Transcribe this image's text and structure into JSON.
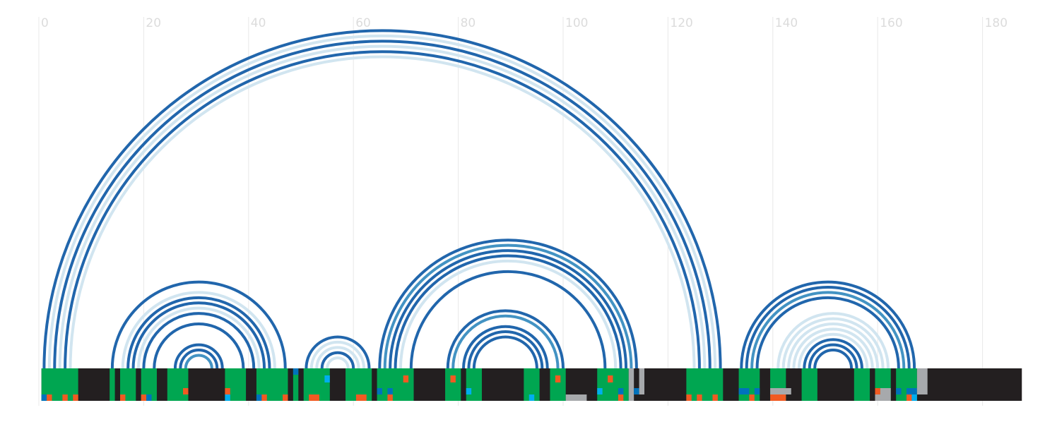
{
  "axis": {
    "ticks": [
      0,
      20,
      40,
      60,
      80,
      100,
      120,
      140,
      160,
      180
    ],
    "tick_labels": [
      "0",
      "20",
      "40",
      "60",
      "80",
      "100",
      "120",
      "140",
      "160",
      "180"
    ],
    "xlim": [
      0,
      187.7
    ]
  },
  "colors": {
    "dark_arc": "#2166ac",
    "mid_arc": "#4393c3",
    "light_arc": "#d1e5f0",
    "track_bg": "#231f20",
    "green": "#00a651",
    "orange": "#f15a22",
    "blue": "#0072bc",
    "cyan": "#00aeef",
    "gray": "#a7a9ac"
  },
  "chart_data": {
    "type": "arc-diagram",
    "arcs": [
      {
        "from": 1,
        "to": 130,
        "shade": "dark"
      },
      {
        "from": 2,
        "to": 129,
        "shade": "light"
      },
      {
        "from": 3,
        "to": 128,
        "shade": "dark"
      },
      {
        "from": 4,
        "to": 127,
        "shade": "light"
      },
      {
        "from": 5,
        "to": 126,
        "shade": "dark"
      },
      {
        "from": 6,
        "to": 125,
        "shade": "light"
      },
      {
        "from": 14,
        "to": 47,
        "shade": "dark"
      },
      {
        "from": 16,
        "to": 45,
        "shade": "light"
      },
      {
        "from": 17,
        "to": 44,
        "shade": "dark"
      },
      {
        "from": 18,
        "to": 43,
        "shade": "dark"
      },
      {
        "from": 19,
        "to": 42,
        "shade": "light"
      },
      {
        "from": 20,
        "to": 41,
        "shade": "dark"
      },
      {
        "from": 22,
        "to": 39,
        "shade": "dark"
      },
      {
        "from": 26,
        "to": 35,
        "shade": "dark"
      },
      {
        "from": 27,
        "to": 34,
        "shade": "dark"
      },
      {
        "from": 28,
        "to": 33,
        "shade": "mid"
      },
      {
        "from": 51,
        "to": 63,
        "shade": "dark"
      },
      {
        "from": 52,
        "to": 62,
        "shade": "light"
      },
      {
        "from": 53,
        "to": 61,
        "shade": "light"
      },
      {
        "from": 54,
        "to": 60,
        "shade": "dark"
      },
      {
        "from": 55,
        "to": 59,
        "shade": "light"
      },
      {
        "from": 65,
        "to": 114,
        "shade": "dark"
      },
      {
        "from": 66,
        "to": 113,
        "shade": "mid"
      },
      {
        "from": 67,
        "to": 112,
        "shade": "dark"
      },
      {
        "from": 68,
        "to": 111,
        "shade": "dark"
      },
      {
        "from": 69,
        "to": 110,
        "shade": "light"
      },
      {
        "from": 71,
        "to": 108,
        "shade": "dark"
      },
      {
        "from": 78,
        "to": 100,
        "shade": "dark"
      },
      {
        "from": 79,
        "to": 99,
        "shade": "mid"
      },
      {
        "from": 81,
        "to": 97,
        "shade": "dark"
      },
      {
        "from": 82,
        "to": 96,
        "shade": "dark"
      },
      {
        "from": 83,
        "to": 95,
        "shade": "dark"
      },
      {
        "from": 134,
        "to": 167,
        "shade": "dark"
      },
      {
        "from": 135,
        "to": 166,
        "shade": "dark"
      },
      {
        "from": 136,
        "to": 165,
        "shade": "mid"
      },
      {
        "from": 137,
        "to": 164,
        "shade": "dark"
      },
      {
        "from": 141,
        "to": 162,
        "shade": "light"
      },
      {
        "from": 142,
        "to": 161,
        "shade": "light"
      },
      {
        "from": 143,
        "to": 160,
        "shade": "light"
      },
      {
        "from": 144,
        "to": 159,
        "shade": "light"
      },
      {
        "from": 145,
        "to": 158,
        "shade": "light"
      },
      {
        "from": 146,
        "to": 157,
        "shade": "dark"
      },
      {
        "from": 147,
        "to": 156,
        "shade": "dark"
      },
      {
        "from": 148,
        "to": 155,
        "shade": "dark"
      }
    ],
    "track": {
      "range": [
        0.5,
        187.5
      ],
      "green_blocks": [
        [
          0.5,
          7.5
        ],
        [
          13.5,
          14.5
        ],
        [
          15.5,
          18.5
        ],
        [
          19.5,
          22.5
        ],
        [
          24.5,
          28.5
        ],
        [
          35.5,
          39.5
        ],
        [
          41.5,
          47.5
        ],
        [
          48.5,
          49.5
        ],
        [
          50.5,
          55.5
        ],
        [
          58.5,
          63.5
        ],
        [
          64.5,
          71.5
        ],
        [
          77.5,
          80.5
        ],
        [
          81.5,
          84.5
        ],
        [
          92.5,
          95.5
        ],
        [
          97.5,
          100.5
        ],
        [
          106.5,
          112.5
        ],
        [
          123.5,
          130.5
        ],
        [
          133.5,
          137.5
        ],
        [
          139.5,
          142.5
        ],
        [
          145.5,
          148.5
        ],
        [
          155.5,
          158.5
        ],
        [
          159.5,
          162.5
        ],
        [
          163.5,
          167.5
        ]
      ],
      "marks": [
        {
          "row": "bottom",
          "x": [
            0.5,
            1.5
          ],
          "color": "blue"
        },
        {
          "row": "bottom",
          "x": [
            1.5,
            2.5
          ],
          "color": "orange"
        },
        {
          "row": "bottom",
          "x": [
            4.5,
            5.5
          ],
          "color": "orange"
        },
        {
          "row": "bottom",
          "x": [
            6.5,
            7.5
          ],
          "color": "orange"
        },
        {
          "row": "bottom",
          "x": [
            15.5,
            16.5
          ],
          "color": "orange"
        },
        {
          "row": "bottom",
          "x": [
            19.5,
            20.5
          ],
          "color": "orange"
        },
        {
          "row": "bottom",
          "x": [
            20.5,
            21.5
          ],
          "color": "blue"
        },
        {
          "row": "middle",
          "x": [
            27.5,
            28.5
          ],
          "color": "orange"
        },
        {
          "row": "middle",
          "x": [
            35.5,
            36.5
          ],
          "color": "orange"
        },
        {
          "row": "bottom",
          "x": [
            35.5,
            36.5
          ],
          "color": "cyan"
        },
        {
          "row": "bottom",
          "x": [
            41.5,
            42.5
          ],
          "color": "blue"
        },
        {
          "row": "bottom",
          "x": [
            42.5,
            43.5
          ],
          "color": "orange"
        },
        {
          "row": "bottom",
          "x": [
            46.5,
            47.5
          ],
          "color": "orange"
        },
        {
          "row": "top",
          "x": [
            48.5,
            49.5
          ],
          "color": "blue"
        },
        {
          "row": "bottom",
          "x": [
            51.5,
            53.5
          ],
          "color": "orange"
        },
        {
          "row": "upper",
          "x": [
            54.5,
            55.5
          ],
          "color": "cyan"
        },
        {
          "row": "bottom",
          "x": [
            60.5,
            62.5
          ],
          "color": "orange"
        },
        {
          "row": "middle",
          "x": [
            64.5,
            65.5
          ],
          "color": "blue"
        },
        {
          "row": "middle",
          "x": [
            66.5,
            67.5
          ],
          "color": "blue"
        },
        {
          "row": "bottom",
          "x": [
            66.5,
            67.5
          ],
          "color": "orange"
        },
        {
          "row": "upper",
          "x": [
            69.5,
            70.5
          ],
          "color": "orange"
        },
        {
          "row": "upper",
          "x": [
            78.5,
            79.5
          ],
          "color": "orange"
        },
        {
          "row": "middle",
          "x": [
            81.5,
            82.5
          ],
          "color": "cyan"
        },
        {
          "row": "bottom",
          "x": [
            93.5,
            94.5
          ],
          "color": "cyan"
        },
        {
          "row": "upper",
          "x": [
            98.5,
            99.5
          ],
          "color": "orange"
        },
        {
          "row": "bottom",
          "x": [
            100.5,
            104.5
          ],
          "color": "gray"
        },
        {
          "row": "upper",
          "x": [
            108.5,
            109.5
          ],
          "color": "orange"
        },
        {
          "row": "middle",
          "x": [
            106.5,
            107.5
          ],
          "color": "cyan"
        },
        {
          "row": "middle",
          "x": [
            110.5,
            111.5
          ],
          "color": "blue"
        },
        {
          "row": "bottom",
          "x": [
            110.5,
            111.5
          ],
          "color": "orange"
        },
        {
          "row": "block",
          "x": [
            112.5,
            113.5
          ],
          "color": "gray"
        },
        {
          "row": "bottom",
          "x": [
            112.5,
            113.5
          ],
          "color": "gray"
        },
        {
          "row": "middle",
          "x": [
            113.5,
            114.5
          ],
          "color": "blue"
        },
        {
          "row": "block",
          "x": [
            114.5,
            115.5
          ],
          "color": "gray"
        },
        {
          "row": "bottom",
          "x": [
            123.5,
            124.5
          ],
          "color": "orange"
        },
        {
          "row": "bottom",
          "x": [
            125.5,
            126.5
          ],
          "color": "orange"
        },
        {
          "row": "bottom",
          "x": [
            128.5,
            129.5
          ],
          "color": "orange"
        },
        {
          "row": "middle",
          "x": [
            133.5,
            135.5
          ],
          "color": "blue"
        },
        {
          "row": "bottom",
          "x": [
            135.5,
            136.5
          ],
          "color": "orange"
        },
        {
          "row": "middle",
          "x": [
            136.5,
            137.5
          ],
          "color": "blue"
        },
        {
          "row": "middle",
          "x": [
            139.5,
            143.5
          ],
          "color": "gray"
        },
        {
          "row": "bottom",
          "x": [
            139.5,
            142.5
          ],
          "color": "orange"
        },
        {
          "row": "middle",
          "x": [
            159.5,
            160.5
          ],
          "color": "orange"
        },
        {
          "row": "bottom",
          "x": [
            159.5,
            162.5
          ],
          "color": "gray"
        },
        {
          "row": "middle",
          "x": [
            160.5,
            162.5
          ],
          "color": "gray"
        },
        {
          "row": "middle",
          "x": [
            163.5,
            164.5
          ],
          "color": "blue"
        },
        {
          "row": "middle",
          "x": [
            165.5,
            167.5
          ],
          "color": "blue"
        },
        {
          "row": "bottom",
          "x": [
            165.5,
            166.5
          ],
          "color": "orange"
        },
        {
          "row": "bottom",
          "x": [
            166.5,
            167.5
          ],
          "color": "cyan"
        },
        {
          "row": "block",
          "x": [
            167.5,
            169.5
          ],
          "color": "gray"
        }
      ]
    }
  }
}
